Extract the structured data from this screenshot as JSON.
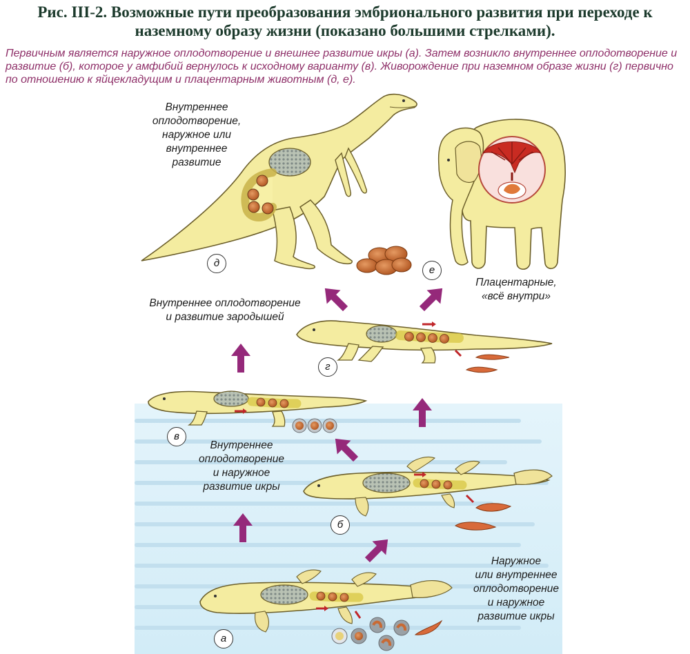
{
  "title": "Рис. III-2. Возможные пути преобразования эмбрионального развития при переходе к наземному образу жизни (показано большими стрелками).",
  "caption": "Первичным является наружное оплодотворение и внешнее развитие икры (а). Затем возникло внутреннее оплодотворение и развитие (б), которое у амфибий вернулось к исходному варианту (в). Живорождение при наземном образе жизни (г) первично по отношению к яйцекладущим и плацентарным животным (д, е).",
  "colors": {
    "arrow": "#95297a",
    "body": "#f4eca0",
    "outline": "#6b5e2a",
    "egg": "#c86a34",
    "caption": "#8e2f68"
  },
  "labels": {
    "dino": "Внутреннее\nоплодотворение,\nнаружное или\nвнутреннее\nразвитие",
    "placental": "Плацентарные,\n«всё внутри»",
    "viviparous": "Внутреннее оплодотворение\nи развитие зародышей",
    "amphibian": "Внутреннее\nоплодотворение\nи наружное\nразвитие икры",
    "fish": "Наружное\nили внутреннее\nоплодотворение\nи наружное\nразвитие икры"
  },
  "markers": {
    "a": "а",
    "b": "б",
    "v": "в",
    "g": "г",
    "d": "д",
    "e": "е"
  }
}
